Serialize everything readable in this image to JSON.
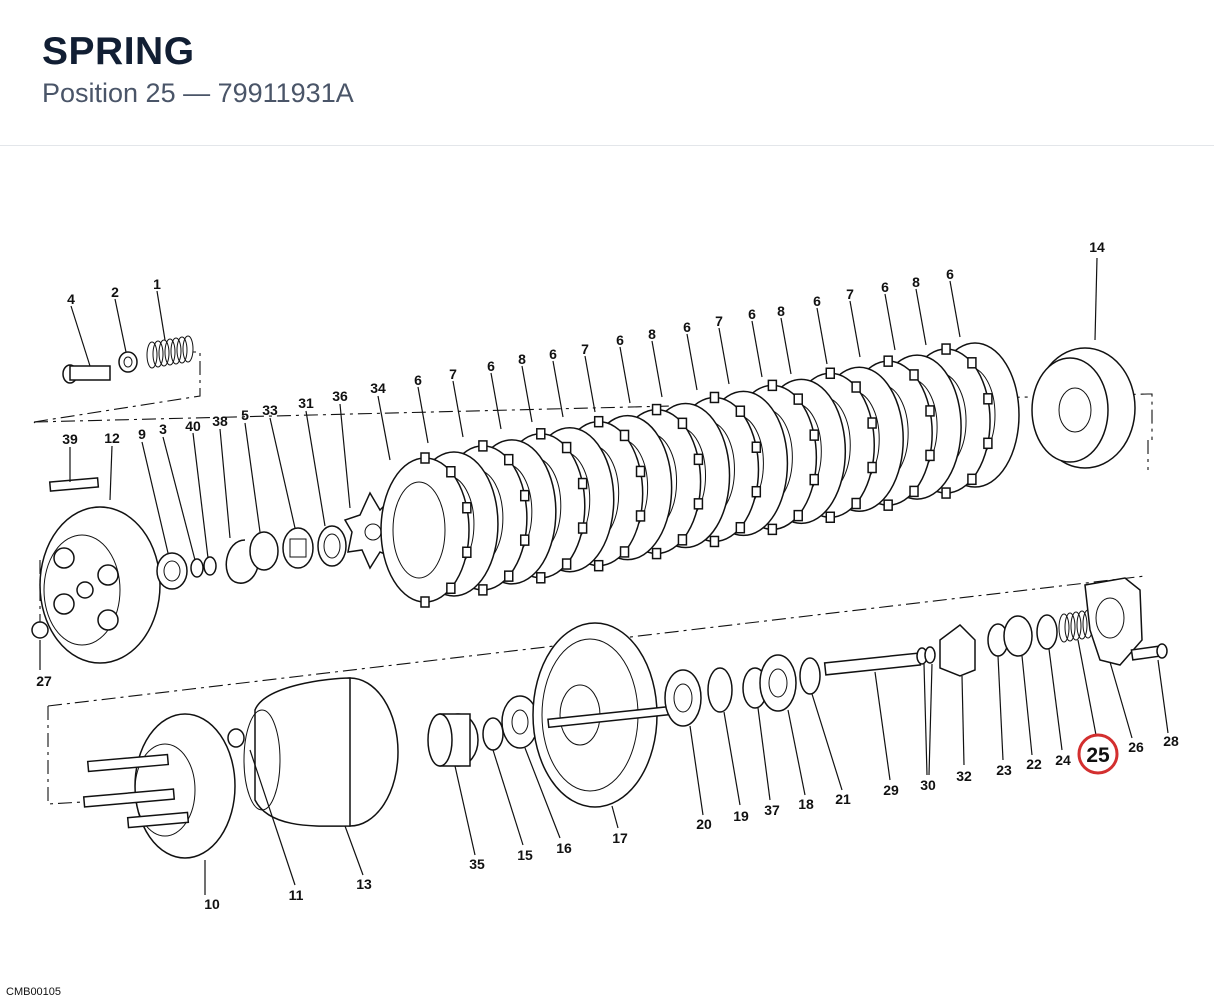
{
  "header": {
    "title": "SPRING",
    "subtitle": "Position 25 — 79911931A"
  },
  "diagram": {
    "highlighted_position": "25",
    "highlight_color": "#d32f2f",
    "drawing_code": "CMB00105",
    "labels": [
      "1",
      "2",
      "3",
      "4",
      "5",
      "6",
      "7",
      "8",
      "9",
      "10",
      "11",
      "12",
      "13",
      "14",
      "15",
      "16",
      "17",
      "18",
      "19",
      "20",
      "21",
      "22",
      "23",
      "24",
      "25",
      "26",
      "27",
      "28",
      "29",
      "30",
      "31",
      "32",
      "33",
      "34",
      "35",
      "36",
      "37",
      "38",
      "39",
      "40"
    ]
  }
}
